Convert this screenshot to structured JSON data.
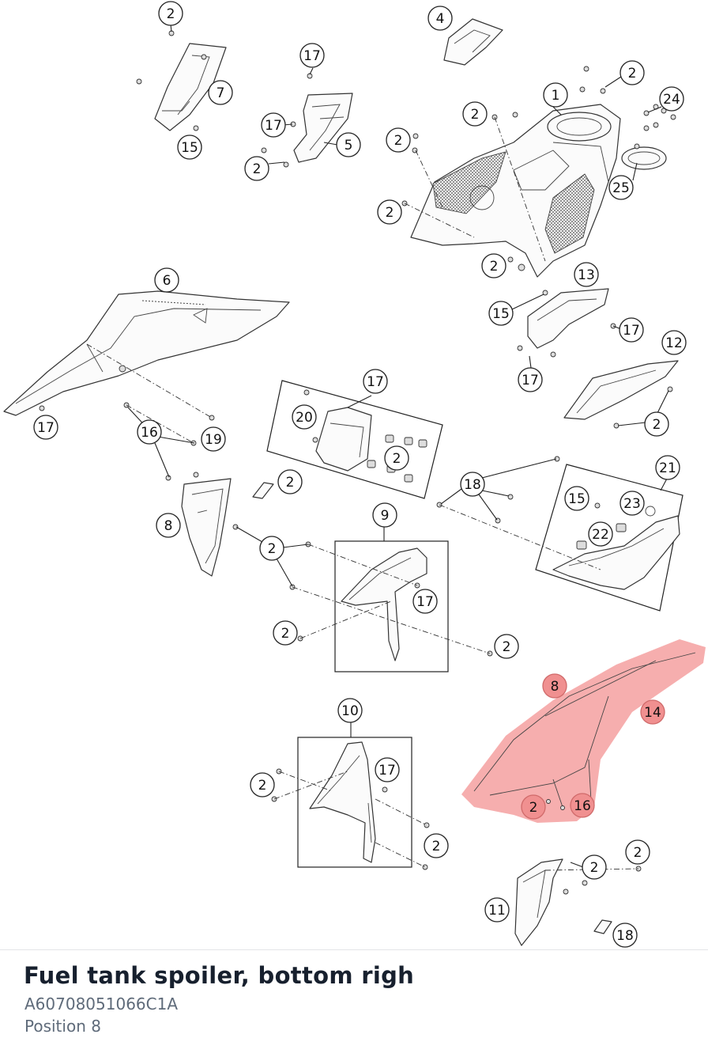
{
  "diagram": {
    "labels": [
      "2",
      "4",
      "17",
      "7",
      "17",
      "5",
      "15",
      "2",
      "2",
      "1",
      "2",
      "24",
      "2",
      "25",
      "2",
      "2",
      "6",
      "13",
      "15",
      "17",
      "17",
      "12",
      "17",
      "2",
      "16",
      "19",
      "17",
      "20",
      "2",
      "18",
      "2",
      "21",
      "15",
      "23",
      "8",
      "22",
      "9",
      "2",
      "17",
      "2",
      "2",
      "8",
      "14",
      "2",
      "16",
      "10",
      "17",
      "2",
      "2",
      "2",
      "2",
      "11",
      "18"
    ]
  },
  "selection": {
    "title": "Fuel tank spoiler, bottom righ",
    "part_number": "A60708051066C1A",
    "position": "Position 8",
    "highlight_color": "#f07878"
  }
}
